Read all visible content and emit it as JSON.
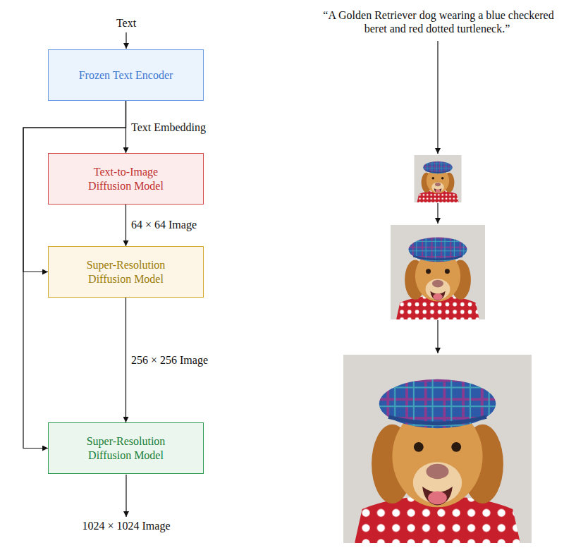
{
  "diagram": {
    "nodes": [
      {
        "text": [
          "Frozen Text Encoder"
        ]
      },
      {
        "text": [
          "Text-to-Image Diffusion Model"
        ]
      },
      {
        "text": [
          "Super-Resolution Diffusion Model"
        ]
      },
      {
        "text": [
          "Super-Resolution Diffusion Model"
        ]
      }
    ],
    "edges": [
      {
        "from": 0,
        "to": 1,
        "label": "Text Embedding",
        "arrow": "to"
      },
      {
        "from": 1,
        "to": 2,
        "label": "64 × 64 Image",
        "arrow": "to"
      },
      {
        "from": 2,
        "to": 3,
        "label": "256 × 256 Image",
        "arrow": "to"
      },
      {
        "from": 0,
        "to": 2,
        "arrow": "to"
      },
      {
        "from": 0,
        "to": 3,
        "arrow": "to"
      }
    ],
    "labels": [
      "Text",
      "“A Golden Retriever dog wearing a blue checkered beret and red dotted turtleneck.”",
      "1024 × 1024 Image"
    ]
  }
}
